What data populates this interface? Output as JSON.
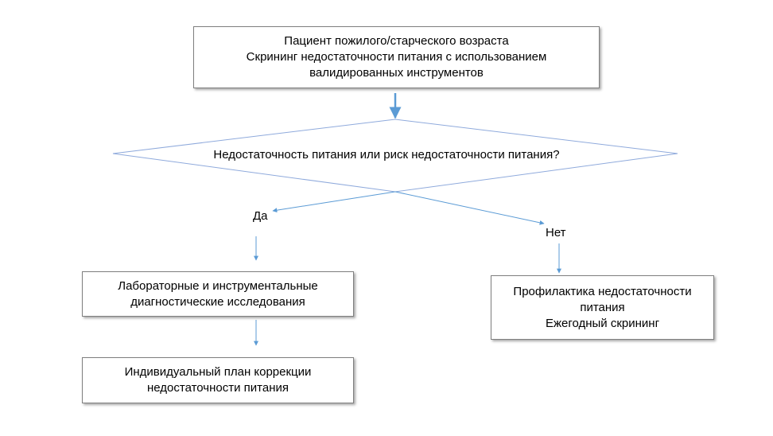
{
  "start_box": {
    "lines": [
      "Пациент пожилого/старческого возраста",
      "Скрининг недостаточности питания с использованием",
      "валидированных инструментов"
    ]
  },
  "decision": {
    "question": "Недостаточность питания или риск недостаточности питания?"
  },
  "branches": {
    "yes_label": "Да",
    "no_label": "Нет"
  },
  "yes_path": {
    "diagnostics_box": {
      "lines": [
        "Лабораторные и инструментальные",
        "диагностические исследования"
      ]
    },
    "plan_box": {
      "lines": [
        "Индивидуальный план коррекции",
        "недостаточности питания"
      ]
    }
  },
  "no_path": {
    "prevention_box": {
      "lines": [
        "Профилактика недостаточности",
        "питания",
        "Ежегодный скрининг"
      ]
    }
  },
  "colors": {
    "arrow": "#5b9bd5",
    "outline": "#7f7f7f",
    "diamond": "#8faadc"
  }
}
